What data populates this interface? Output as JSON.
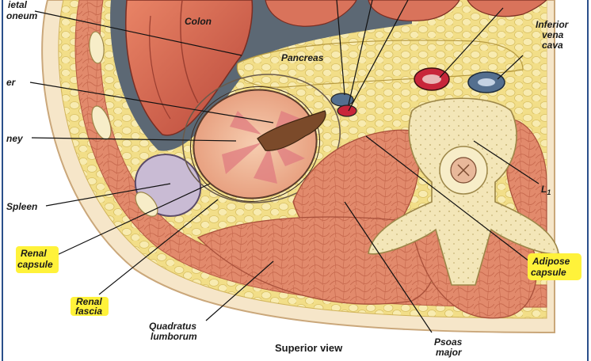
{
  "figure": {
    "caption": "Superior view",
    "labels": {
      "colon": "Colon",
      "parietal_peritoneum_1": "ietal",
      "parietal_peritoneum_2": "oneum",
      "pancreas": "Pancreas",
      "ureter": "er",
      "kidney": "ney",
      "spleen": "Spleen",
      "renal_capsule_1": "Renal",
      "renal_capsule_2": "capsule",
      "renal_fascia_1": "Renal",
      "renal_fascia_2": "fascia",
      "quadratus_1": "Quadratus",
      "quadratus_2": "lumborum",
      "psoas_1": "Psoas",
      "psoas_2": "major",
      "ivc_1": "Inferior",
      "ivc_2": "vena",
      "ivc_3": "cava",
      "vertebra": "L",
      "vertebra_sub": "1",
      "adipose_1": "Adipose",
      "adipose_2": "capsule"
    }
  },
  "colors": {
    "frame_border": "#2a4f8a",
    "fat": "#f3df86",
    "muscle": "#e38b6e",
    "organ": "#d9725a",
    "kidney_cortex": "#f0b797",
    "spleen": "#c9bbd4",
    "bone": "#f3e6b8",
    "artery": "#c8263a",
    "vein": "#546f8f",
    "highlight": "#fff23a"
  }
}
